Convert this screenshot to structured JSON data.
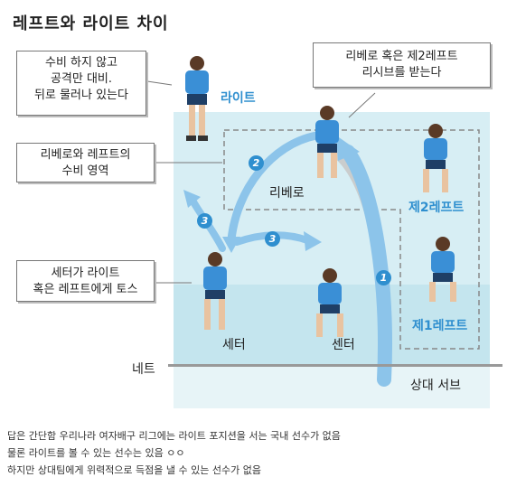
{
  "title": "레프트와 라이트 차이",
  "callouts": {
    "right_defense": [
      "수비 하지 않고",
      "공격만 대비.",
      "뒤로 물러나 있는다"
    ],
    "libero_area": [
      "리베로와 레프트의",
      "수비 영역"
    ],
    "setter_toss": [
      "세터가 라이트",
      "혹은 레프트에게 토스"
    ],
    "libero_receive": [
      "리베로 혹은 제2레프트",
      "리시브를 받는다"
    ]
  },
  "players": {
    "right": "라이트",
    "libero": "리베로",
    "left2": "제2레프트",
    "left1": "제1레프트",
    "setter": "세터",
    "center": "센터"
  },
  "net_label": "네트",
  "serve_label": "상대 서브",
  "steps": {
    "one": "1",
    "two": "2",
    "three_a": "3",
    "three_b": "3"
  },
  "caption": [
    "답은 간단함 우리나라 여자배구 리그에는 라이트 포지션을 서는 국내 선수가 없음",
    "물론 라이트를 볼 수 있는 선수는 있음 ㅇㅇ",
    "하지만 상대팀에게 위력적으로 득점을 낼 수 있는 선수가 없음"
  ],
  "colors": {
    "accent": "#2f8fcf",
    "court": "#d7eef4",
    "jersey": "#3a8fd6"
  }
}
